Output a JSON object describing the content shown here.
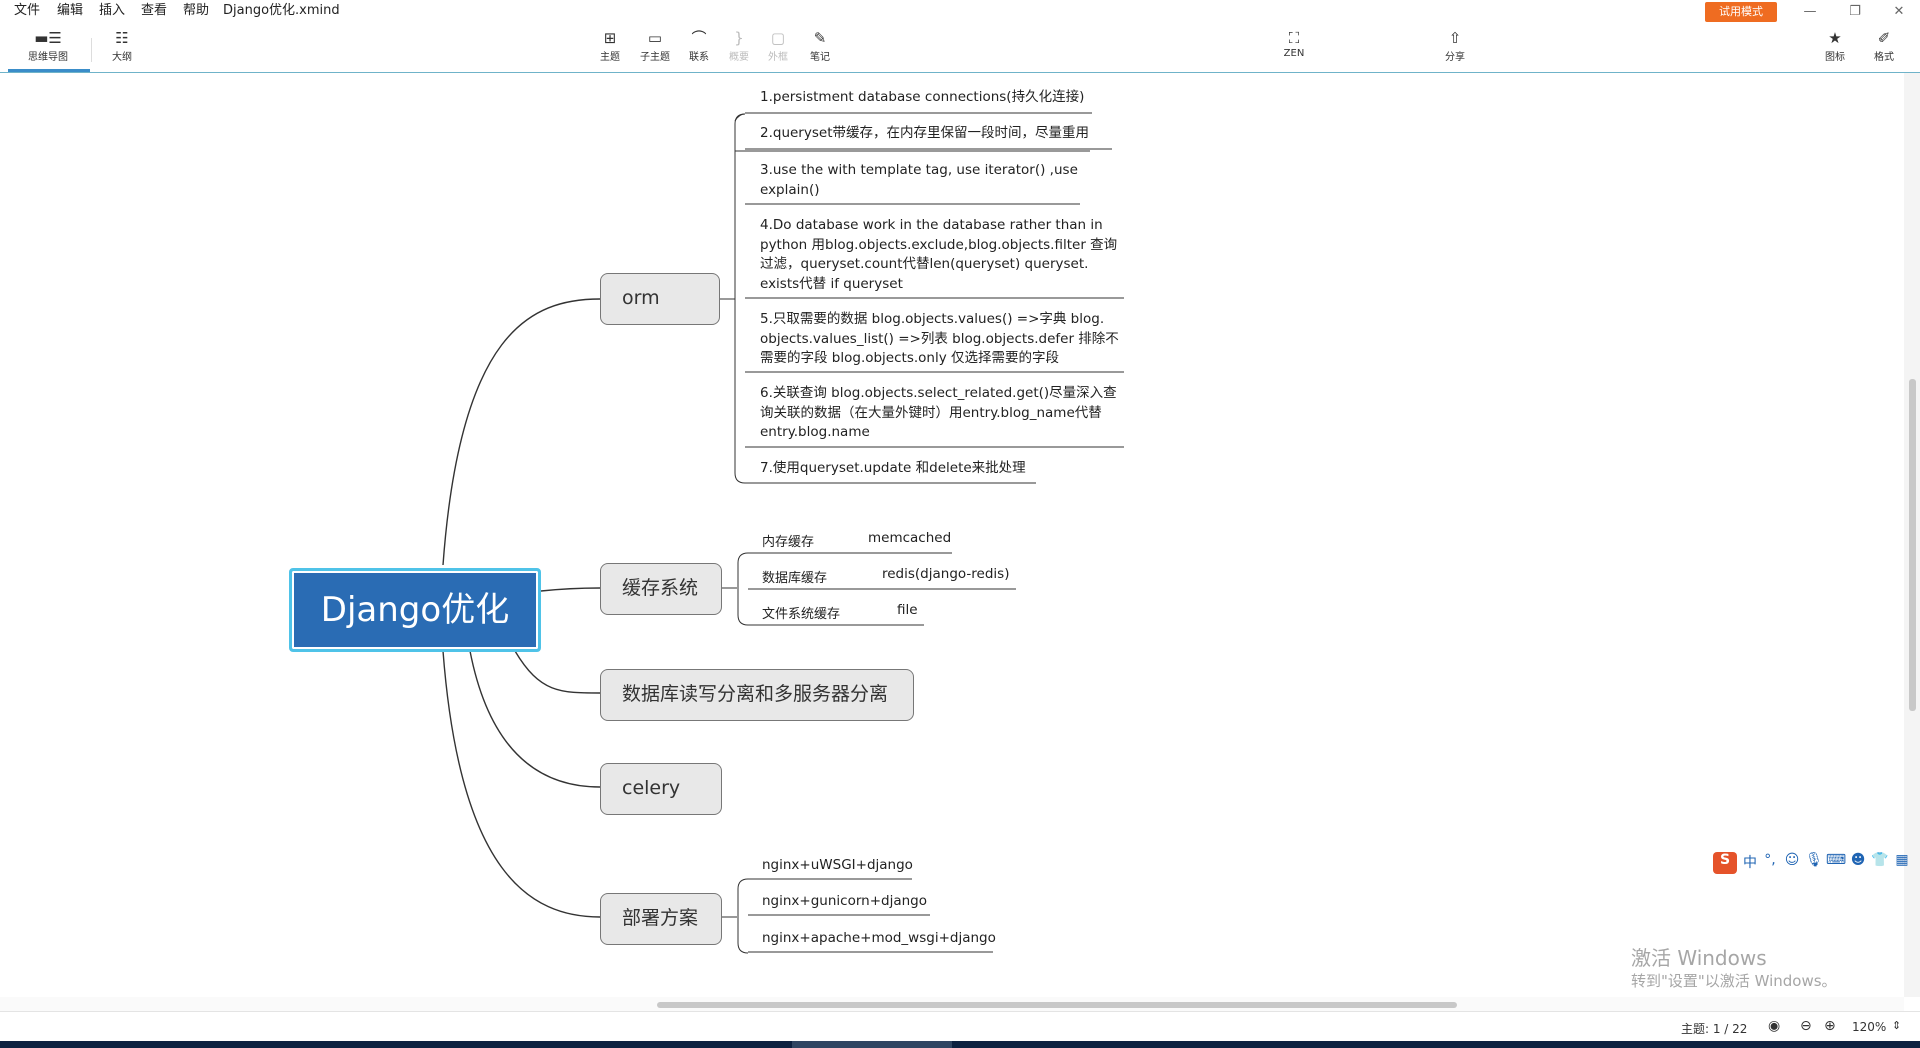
{
  "menu": {
    "file": "文件",
    "edit": "编辑",
    "insert": "插入",
    "view": "查看",
    "help": "帮助"
  },
  "window": {
    "title": "Django优化.xmind",
    "trial_label": "试用模式"
  },
  "toolbar": {
    "mindmap": "思维导图",
    "outline": "大纲",
    "topic": "主题",
    "subtopic": "子主题",
    "relationship": "联系",
    "summary": "概要",
    "boundary": "外框",
    "note": "笔记",
    "zen": "ZEN",
    "share": "分享",
    "icons": "图标",
    "format": "格式"
  },
  "mindmap": {
    "root": "Django优化",
    "orm": {
      "label": "orm",
      "items": [
        "1.persistment database connections(持久化连接)",
        "2.queryset带缓存，在内存里保留一段时间，尽量重用",
        "3.use the with template tag, use iterator() ,use explain()",
        "4.Do database work in the database rather than in python 用blog.objects.exclude,blog.objects.filter 查询过滤，queryset.count代替len(queryset) queryset. exists代替 if queryset",
        "5.只取需要的数据 blog.objects.values() =>字典 blog. objects.values_list() =>列表  blog.objects.defer 排除不需要的字段 blog.objects.only 仅选择需要的字段",
        "6.关联查询 blog.objects.select_related.get()尽量深入查询关联的数据（在大量外键时）用entry.blog_name代替entry.blog.name",
        "7.使用queryset.update 和delete来批处理"
      ]
    },
    "cache": {
      "label": "缓存系统",
      "items": [
        {
          "name": "内存缓存",
          "value": "memcached"
        },
        {
          "name": "数据库缓存",
          "value": "redis(django-redis)"
        },
        {
          "name": "文件系统缓存",
          "value": "file"
        }
      ]
    },
    "db_split": {
      "label": "数据库读写分离和多服务器分离"
    },
    "celery": {
      "label": "celery"
    },
    "deploy": {
      "label": "部署方案",
      "items": [
        "nginx+uWSGI+django",
        "nginx+gunicorn+django",
        "nginx+apache+mod_wsgi+django"
      ]
    }
  },
  "status": {
    "topic_count": "主题: 1 / 22",
    "zoom": "120%"
  },
  "watermark": {
    "line1": "激活 Windows",
    "line2": "转到\"设置\"以激活 Windows。"
  },
  "ime": {
    "logo": "S",
    "lang": "中"
  },
  "colors": {
    "root_fill": "#2a6cb4",
    "root_border": "#4fc3e8",
    "topic_fill": "#e8e8e8",
    "trial": "#ef6c21"
  }
}
